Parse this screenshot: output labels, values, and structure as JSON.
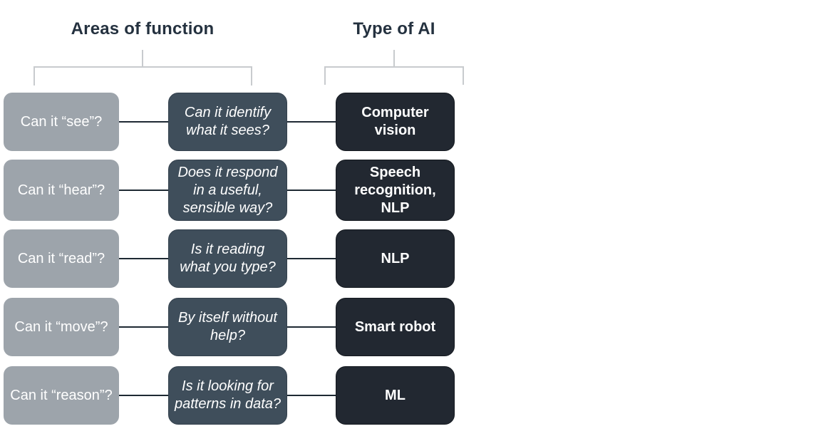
{
  "headers": {
    "areas_of_function": "Areas of function",
    "type_of_ai": "Type of AI"
  },
  "colors": {
    "function_box_fill": "#9da4ab",
    "question_box_fill": "#3f4e5b",
    "type_box_fill": "#222831",
    "connector_line": "#1e2933",
    "bracket_line": "#c8cbce",
    "header_text": "#24313f",
    "box_text": "#ffffff"
  },
  "rows": [
    {
      "function": "Can it “see”?",
      "question": "Can it identify\nwhat it sees?",
      "type": "Computer\nvision"
    },
    {
      "function": "Can it “hear”?",
      "question": "Does it respond\nin a useful,\nsensible way?",
      "type": "Speech\nrecognition,\nNLP"
    },
    {
      "function": "Can it “read”?",
      "question": "Is it reading\nwhat you type?",
      "type": "NLP"
    },
    {
      "function": "Can it “move”?",
      "question": "By itself without\nhelp?",
      "type": "Smart robot"
    },
    {
      "function": "Can it “reason”?",
      "question": "Is it looking for\npatterns in data?",
      "type": "ML"
    }
  ]
}
